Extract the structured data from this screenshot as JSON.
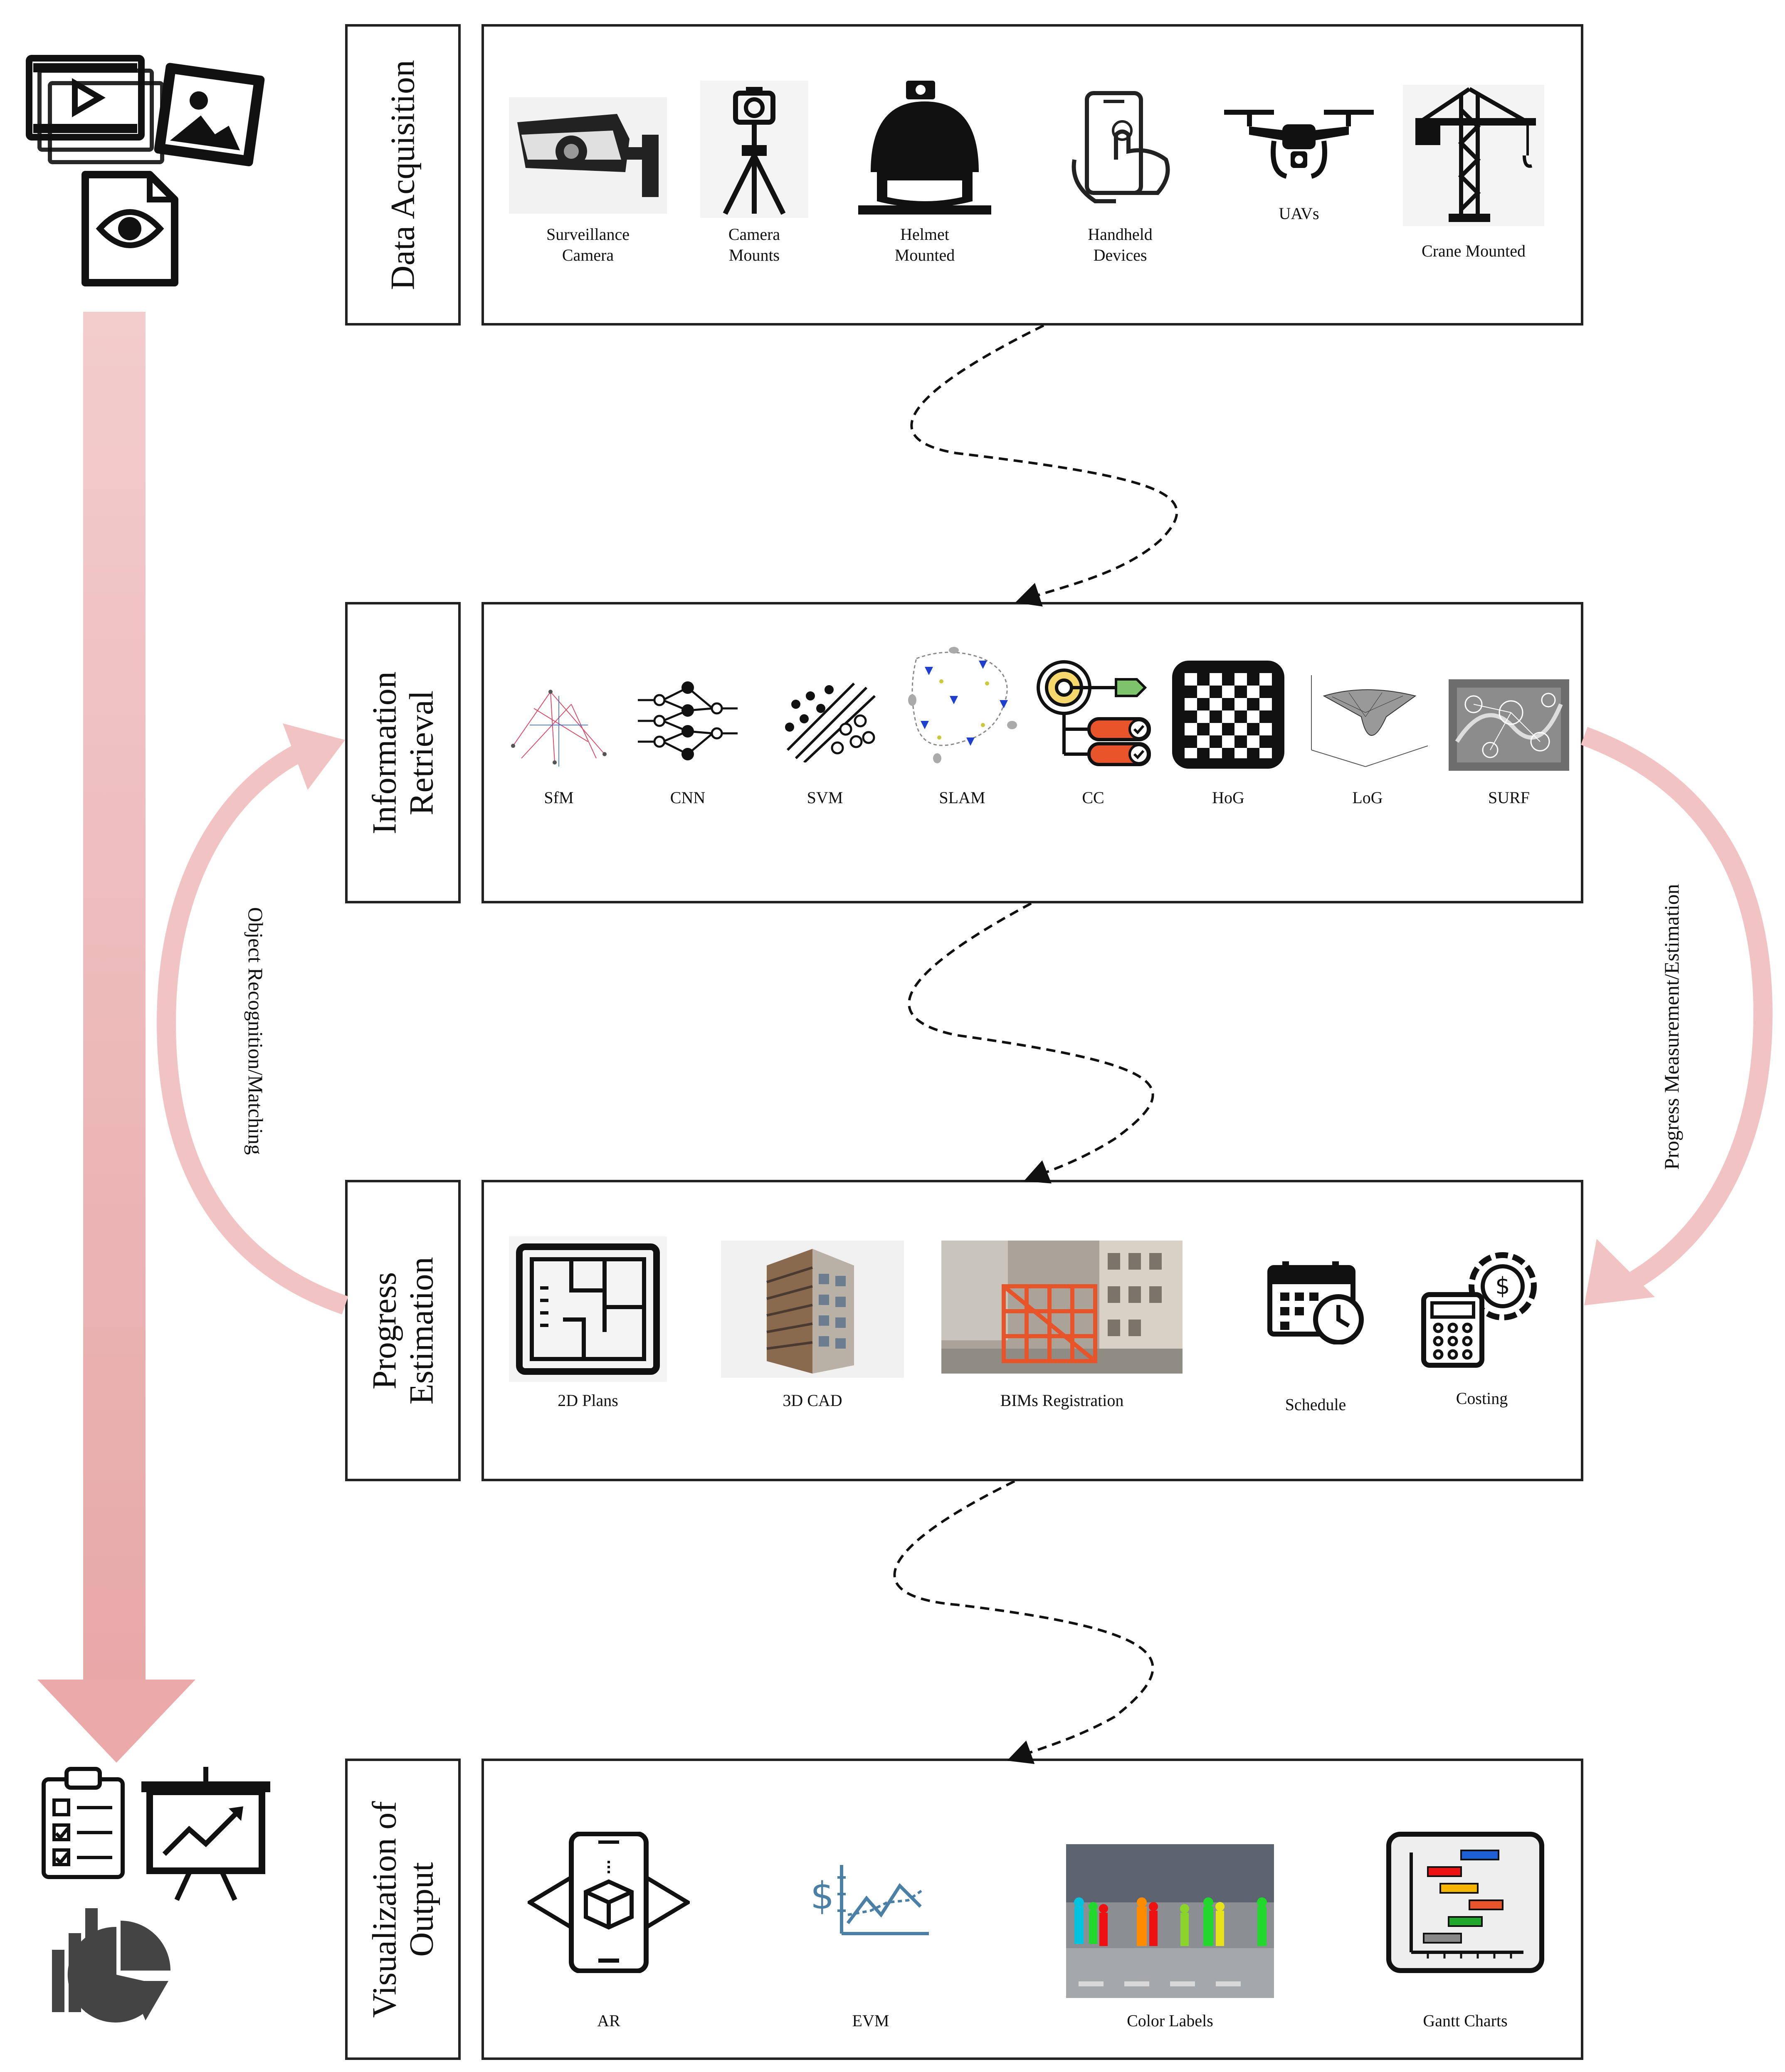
{
  "stages": [
    {
      "id": "data-acquisition",
      "label": "Data Acquisition",
      "items": [
        "Surveillance\nCamera",
        "Camera\nMounts",
        "Helmet\nMounted",
        "Handheld\nDevices",
        "UAVs",
        "Crane Mounted"
      ]
    },
    {
      "id": "information-retrieval",
      "label": "Information\nRetrieval",
      "items": [
        "SfM",
        "CNN",
        "SVM",
        "SLAM",
        "CC",
        "HoG",
        "LoG",
        "SURF"
      ]
    },
    {
      "id": "progress-estimation",
      "label": "Progress\nEstimation",
      "items": [
        "2D Plans",
        "3D CAD",
        "BIMs Registration",
        "Schedule",
        "Costing"
      ]
    },
    {
      "id": "visualization-output",
      "label": "Visualization of\nOutput",
      "items": [
        "AR",
        "EVM",
        "Color Labels",
        "Gantt Charts"
      ]
    }
  ],
  "loop_labels": {
    "left": "Object Recognition/Matching",
    "right": "Progress Measurement/Estimation"
  },
  "colors": {
    "border": "#222222",
    "arrow_pink": "#e8a9a9",
    "arrow_pink_light": "#f6dcdc",
    "accent_orange": "#e8542a",
    "accent_blue": "#1f5fd6"
  }
}
